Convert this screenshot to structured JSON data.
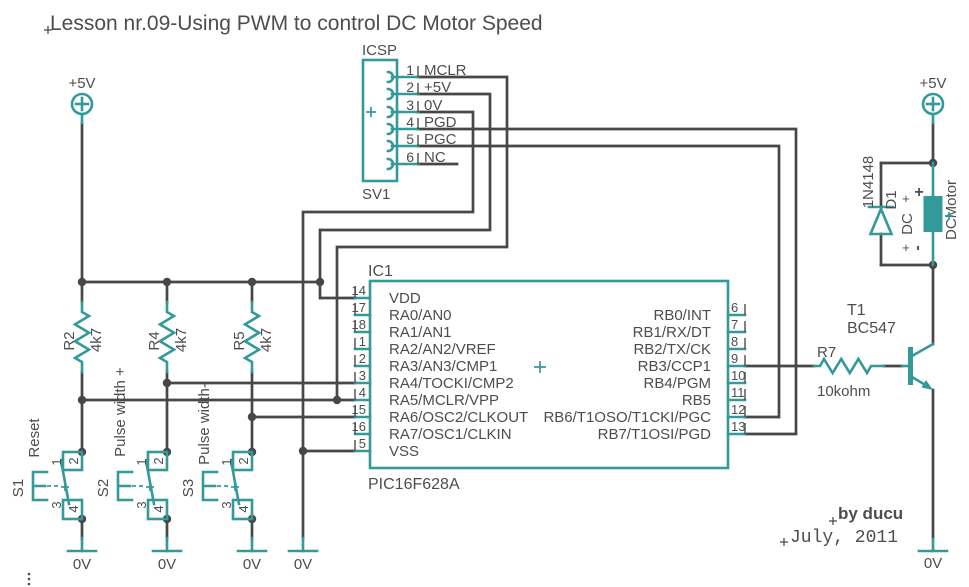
{
  "title": "Lesson nr.09-Using PWM to control DC Motor Speed",
  "power": {
    "vcc": "+5V",
    "gnd": "0V"
  },
  "icsp": {
    "name": "ICSP",
    "refdes": "SV1",
    "pins": [
      {
        "num": "1",
        "net": "MCLR"
      },
      {
        "num": "2",
        "net": "+5V"
      },
      {
        "num": "3",
        "net": "0V"
      },
      {
        "num": "4",
        "net": "PGD"
      },
      {
        "num": "5",
        "net": "PGC"
      },
      {
        "num": "6",
        "net": "NC"
      }
    ]
  },
  "mcu": {
    "refdes": "IC1",
    "part": "PIC16F628A",
    "left_pins": [
      {
        "num": "14",
        "name": "VDD"
      },
      {
        "num": "17",
        "name": "RA0/AN0"
      },
      {
        "num": "18",
        "name": "RA1/AN1"
      },
      {
        "num": "1",
        "name": "RA2/AN2/VREF"
      },
      {
        "num": "2",
        "name": "RA3/AN3/CMP1"
      },
      {
        "num": "3",
        "name": "RA4/TOCKI/CMP2"
      },
      {
        "num": "4",
        "name": "RA5/MCLR/VPP"
      },
      {
        "num": "15",
        "name": "RA6/OSC2/CLKOUT"
      },
      {
        "num": "16",
        "name": "RA7/OSC1/CLKIN"
      },
      {
        "num": "5",
        "name": "VSS"
      }
    ],
    "right_pins": [
      {
        "num": "6",
        "name": "RB0/INT"
      },
      {
        "num": "7",
        "name": "RB1/RX/DT"
      },
      {
        "num": "8",
        "name": "RB2/TX/CK"
      },
      {
        "num": "9",
        "name": "RB3/CCP1"
      },
      {
        "num": "10",
        "name": "RB4/PGM"
      },
      {
        "num": "11",
        "name": "RB5"
      },
      {
        "num": "12",
        "name": "RB6/T1OSO/T1CKI/PGC"
      },
      {
        "num": "13",
        "name": "RB7/T1OSI/PGD"
      }
    ]
  },
  "pullup_resistors": [
    {
      "refdes": "R2",
      "value": "4k7"
    },
    {
      "refdes": "R4",
      "value": "4k7"
    },
    {
      "refdes": "R5",
      "value": "4k7"
    }
  ],
  "buttons": [
    {
      "refdes": "S1",
      "function": "Reset",
      "pins": [
        "1",
        "2",
        "3",
        "4"
      ]
    },
    {
      "refdes": "S2",
      "function": "Pulse width +",
      "pins": [
        "1",
        "2",
        "3",
        "4"
      ]
    },
    {
      "refdes": "S3",
      "function": "Pulse width-",
      "pins": [
        "1",
        "2",
        "3",
        "4"
      ]
    }
  ],
  "base_resistor": {
    "refdes": "R7",
    "value": "10kohm"
  },
  "transistor": {
    "refdes": "T1",
    "part": "BC547"
  },
  "flyback_diode": {
    "refdes": "D1",
    "part": "1N4148"
  },
  "motor": {
    "value": "DC",
    "name": "DCMotor",
    "plus": "+",
    "minus": "-"
  },
  "credits": {
    "author": "by ducu",
    "date": "July, 2011"
  },
  "colors": {
    "component": "#339999",
    "wire": "#474747",
    "text": "#4d4d4d"
  }
}
